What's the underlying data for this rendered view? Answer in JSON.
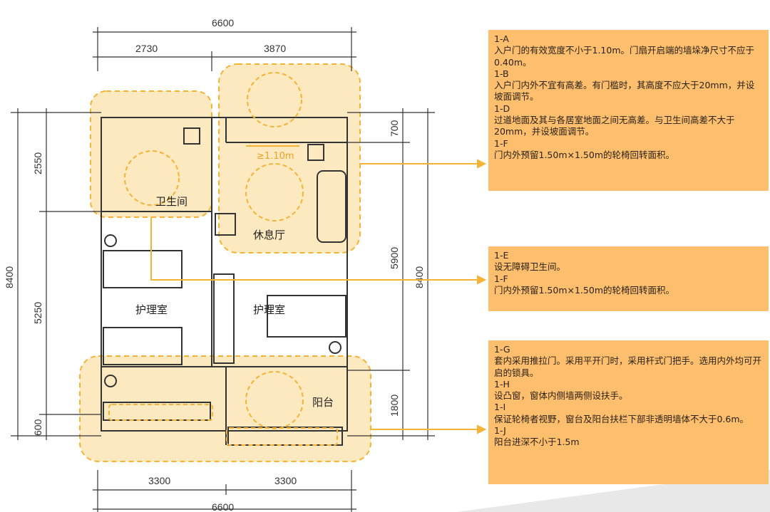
{
  "dimensions": {
    "top_total": "6600",
    "top_left": "2730",
    "top_right": "3870",
    "bottom_left": "3300",
    "bottom_right": "3300",
    "bottom_total": "6600",
    "left_total": "8400",
    "left_a": "2550",
    "left_b": "5250",
    "left_c": "600",
    "right_a": "700",
    "right_b": "5900",
    "right_c": "1800",
    "right_total": "8400",
    "door_width": "≥1.10m"
  },
  "rooms": {
    "bathroom": "卫生间",
    "lounge": "休息厅",
    "care_left": "护理室",
    "care_right": "护理室",
    "balcony": "阳台"
  },
  "notes": [
    {
      "items": [
        {
          "code": "1-A",
          "text": "入户门的有效宽度不小于1.10m。门扇开启端的墙垛净尺寸不应于0.40m。"
        },
        {
          "code": "1-B",
          "text": "入户门内外不宜有高差。有门槛时，其高度不应大于20mm，并设坡面调节。"
        },
        {
          "code": "1-D",
          "text": "过道地面及其与各居室地面之间无高差。与卫生间高差不大于20mm，并设坡面调节。"
        },
        {
          "code": "1-F",
          "text": "门内外预留1.50m×1.50m的轮椅回转面积。"
        }
      ]
    },
    {
      "items": [
        {
          "code": "1-E",
          "text": "设无障碍卫生间。"
        },
        {
          "code": "1-F",
          "text": "门内外预留1.50m×1.50m的轮椅回转面积。"
        }
      ]
    },
    {
      "items": [
        {
          "code": "1-G",
          "text": "套内采用推拉门。采用平开门时，采用杆式门把手。选用内外均可开启的锁具。"
        },
        {
          "code": "1-H",
          "text": "设凸窗，窗体内侧墙两侧设扶手。"
        },
        {
          "code": "1-I",
          "text": "保证轮椅者视野，窗台及阳台扶栏下部非透明墙体不大于0.6m。"
        },
        {
          "code": "1-J",
          "text": "阳台进深不小于1.5m"
        }
      ]
    }
  ],
  "colors": {
    "highlight": "#fdbe6e",
    "zone": "#fde3b0",
    "zone_border": "#f5b335",
    "connector": "#f5b335"
  }
}
